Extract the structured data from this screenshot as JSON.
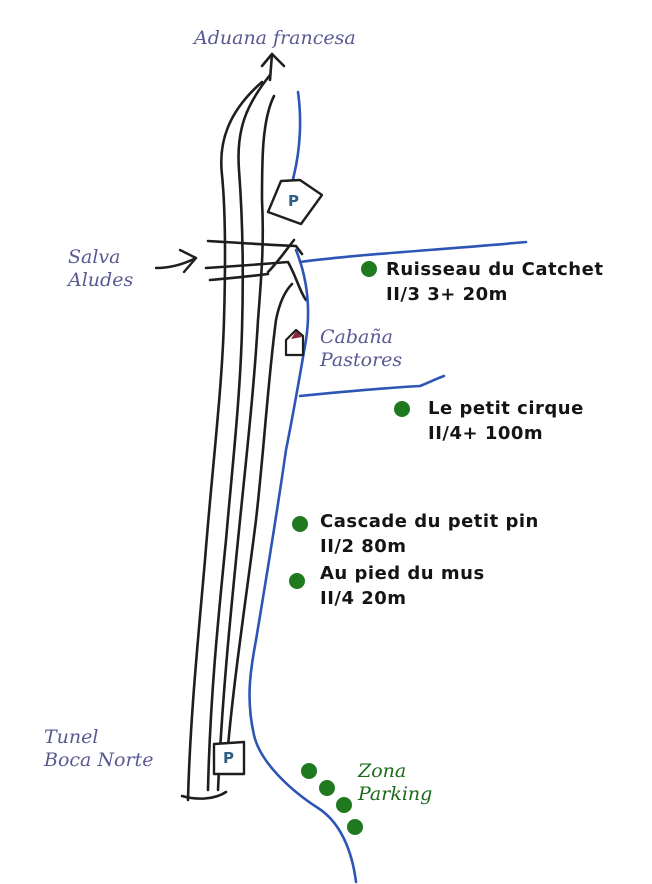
{
  "colors": {
    "road": "#1e1e1e",
    "river": "#2d55b5",
    "place_label": "#5a5a92",
    "climb_dot": "#1f7a1f",
    "parking_label": "#1c6a1c",
    "parking_sign": "#2e5f86",
    "hut": "#8a2a3a"
  },
  "icons": [
    "arrow-north-icon",
    "parking-sign-icon",
    "hut-icon",
    "climb-spot-icon"
  ],
  "places": {
    "aduana": "Aduana francesa",
    "salva_line1": "Salva",
    "salva_line2": "Aludes",
    "cabana_line1": "Cabaña",
    "cabana_line2": "Pastores",
    "tunel_line1": "Tunel",
    "tunel_line2": "Boca Norte",
    "zona_line1": "Zona",
    "zona_line2": "Parking"
  },
  "parking_sign_letter": "P",
  "climbs": [
    {
      "name": "Ruisseau du Catchet",
      "grade": "II/3 3+ 20m"
    },
    {
      "name": "Le petit cirque",
      "grade": "II/4+ 100m"
    },
    {
      "name": "Cascade du petit pin",
      "grade": "II/2 80m"
    },
    {
      "name": "Au pied du mus",
      "grade": "II/4 20m"
    }
  ]
}
